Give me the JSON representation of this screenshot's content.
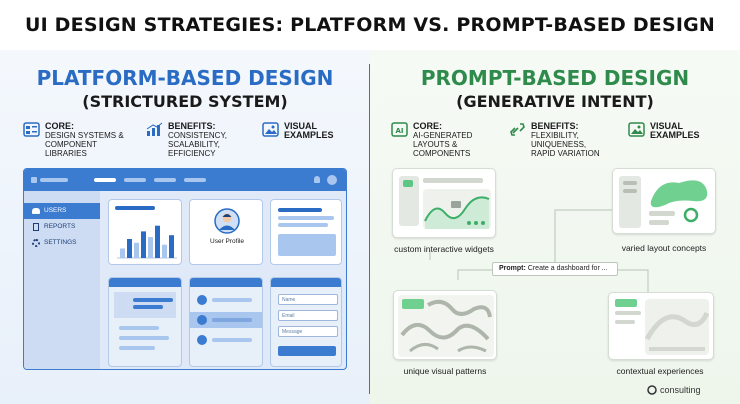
{
  "title": "UI DESIGN STRATEGIES: PLATFORM VS. PROMPT-BASED DESIGN",
  "left": {
    "heading": "PLATFORM-BASED DESIGN",
    "subheading": "(STRICTURED SYSTEM)",
    "core_label": "CORE:",
    "core_text": "DESIGN SYSTEMS & COMPONENT LIBRARIES",
    "benefits_label": "BENEFITS:",
    "benefits_text": "CONSISTENCY, SCALABILITY, EFFICIENCY",
    "visual_label": "VISUAL EXAMPLES",
    "sidebar": [
      "USERS",
      "REPORTS",
      "SETTINGS"
    ],
    "profile_label": "User Profile",
    "form_fields": [
      "Name",
      "Email",
      "Message"
    ],
    "bar_values": [
      0.25,
      0.5,
      0.4,
      0.7,
      0.55,
      0.85,
      0.35,
      0.6
    ]
  },
  "right": {
    "heading": "PROMPT-BASED DESIGN",
    "subheading": "(GENERATIVE INTENT)",
    "core_label": "CORE:",
    "core_text": "AI-GENERATED LAYOUTS & COMPONENTS",
    "benefits_label": "BENEFITS:",
    "benefits_text": "FLEXIBILITY, UNIQUENESS, RAPID VARIATION",
    "visual_label": "VISUAL EXAMPLES",
    "ai_icon_text": "AI",
    "prompt_label": "Prompt:",
    "prompt_text": "Create a dashboard for ...",
    "captions": {
      "widgets": "custom interactive widgets",
      "layouts": "varied layout concepts",
      "patterns": "unique visual patterns",
      "contextual": "contextual experiences"
    }
  },
  "brand": "consulting",
  "colors": {
    "blue": "#2a6cc4",
    "green": "#2e8b4b"
  }
}
